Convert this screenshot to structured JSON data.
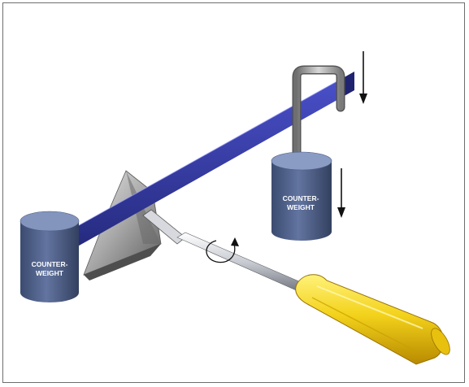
{
  "figure": {
    "left_weight_label": [
      "COUNTER-",
      "WEIGHT"
    ],
    "right_weight_label": [
      "COUNTER-",
      "WEIGHT"
    ]
  },
  "colors": {
    "beam": "#3a3fb0",
    "beam_light": "#6f74e0",
    "weight": "#4a5d86",
    "weight_top": "#7d8fb8",
    "pivot": "#8f8f8f",
    "handle": "#f2d21a",
    "shaft": "#c9ccd2",
    "hanger": "#9a9a9a",
    "arrow": "#111111"
  },
  "icons": {
    "rotation": "circular-arrow-icon",
    "downward_force": "down-arrow-icon"
  }
}
